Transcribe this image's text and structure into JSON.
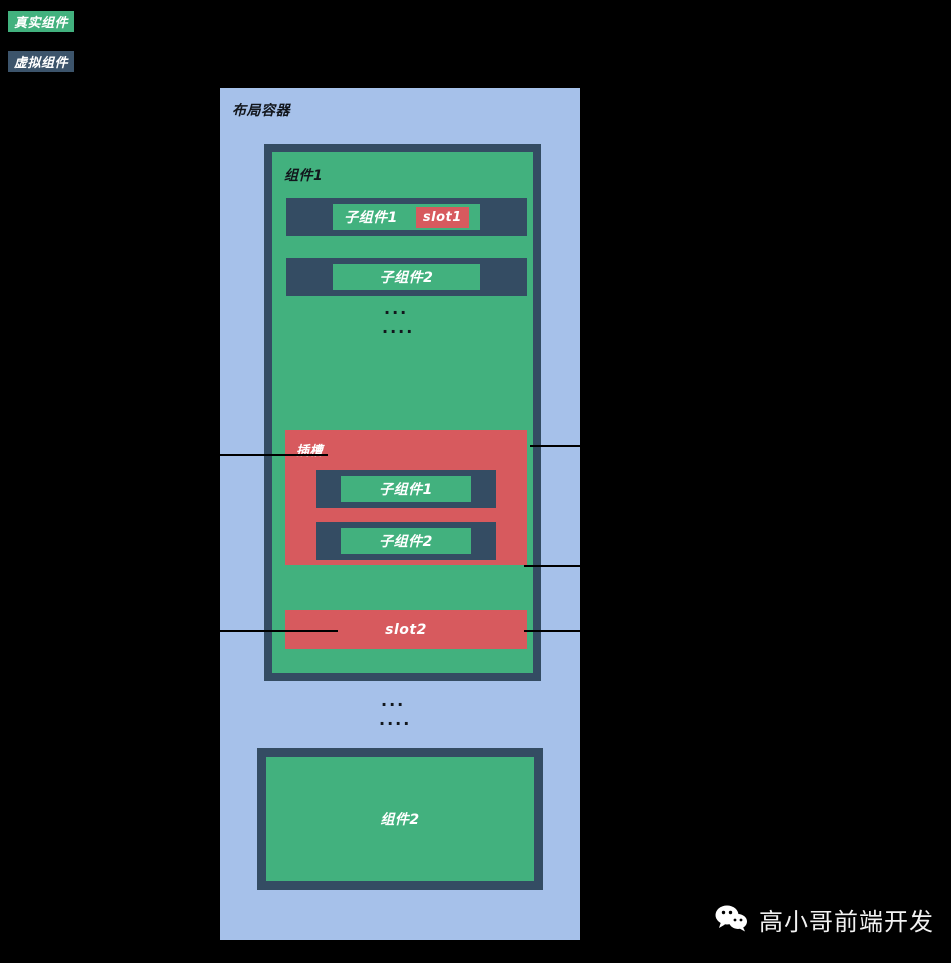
{
  "legend": {
    "real_component": "真实组件",
    "virtual_component": "虚拟组件"
  },
  "layout_container": {
    "title": "布局容器",
    "component1": {
      "title": "组件1",
      "rows": [
        {
          "label": "子组件1",
          "badge": "slot1"
        },
        {
          "label": "子组件2",
          "badge": ""
        }
      ],
      "ellipsis_top": {
        "dots3": "...",
        "dots4": "...."
      },
      "slot_block": {
        "title": "插槽",
        "rows": [
          {
            "label": "子组件1"
          },
          {
            "label": "子组件2"
          }
        ]
      },
      "slot2": "slot2"
    },
    "ellipsis_mid": {
      "dots3": "...",
      "dots4": "...."
    },
    "component2": {
      "title": "组件2"
    }
  },
  "watermark": {
    "text": "高小哥前端开发",
    "icon": "wechat-icon"
  },
  "colors": {
    "real_green": "#42b17e",
    "virtual_slate": "#344c63",
    "slot_red": "#d75a5e",
    "container_blue": "#a6c1ea",
    "background": "#000000",
    "label_dark": "#12161c",
    "label_light": "#ffffff"
  }
}
